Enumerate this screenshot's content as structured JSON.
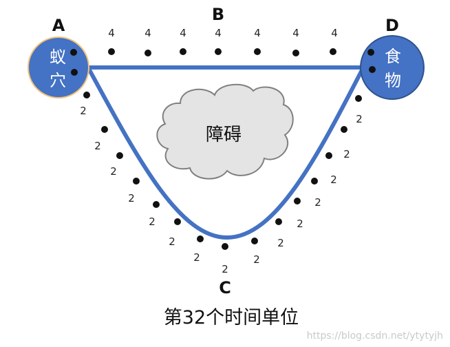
{
  "nodes": {
    "A": {
      "letter": "A",
      "line1": "蚁",
      "line2": "穴"
    },
    "D": {
      "letter": "D",
      "line1": "食",
      "line2": "物"
    },
    "B": {
      "letter": "B"
    },
    "C": {
      "letter": "C"
    }
  },
  "obstacle": {
    "label": "障碍"
  },
  "upper_path": {
    "label": "4"
  },
  "lower_path": {
    "label": "2"
  },
  "caption": "第32个时间单位",
  "watermark": "https://blog.csdn.net/ytytyjh",
  "colors": {
    "node_fill": "#4472c4",
    "node_border": "#f2c27a",
    "node_border_right": "#2f528f",
    "path_line": "#4472c4",
    "ant_dot": "#111111",
    "cloud_fill": "#e4e4e4",
    "cloud_stroke": "#7f7f7f"
  }
}
